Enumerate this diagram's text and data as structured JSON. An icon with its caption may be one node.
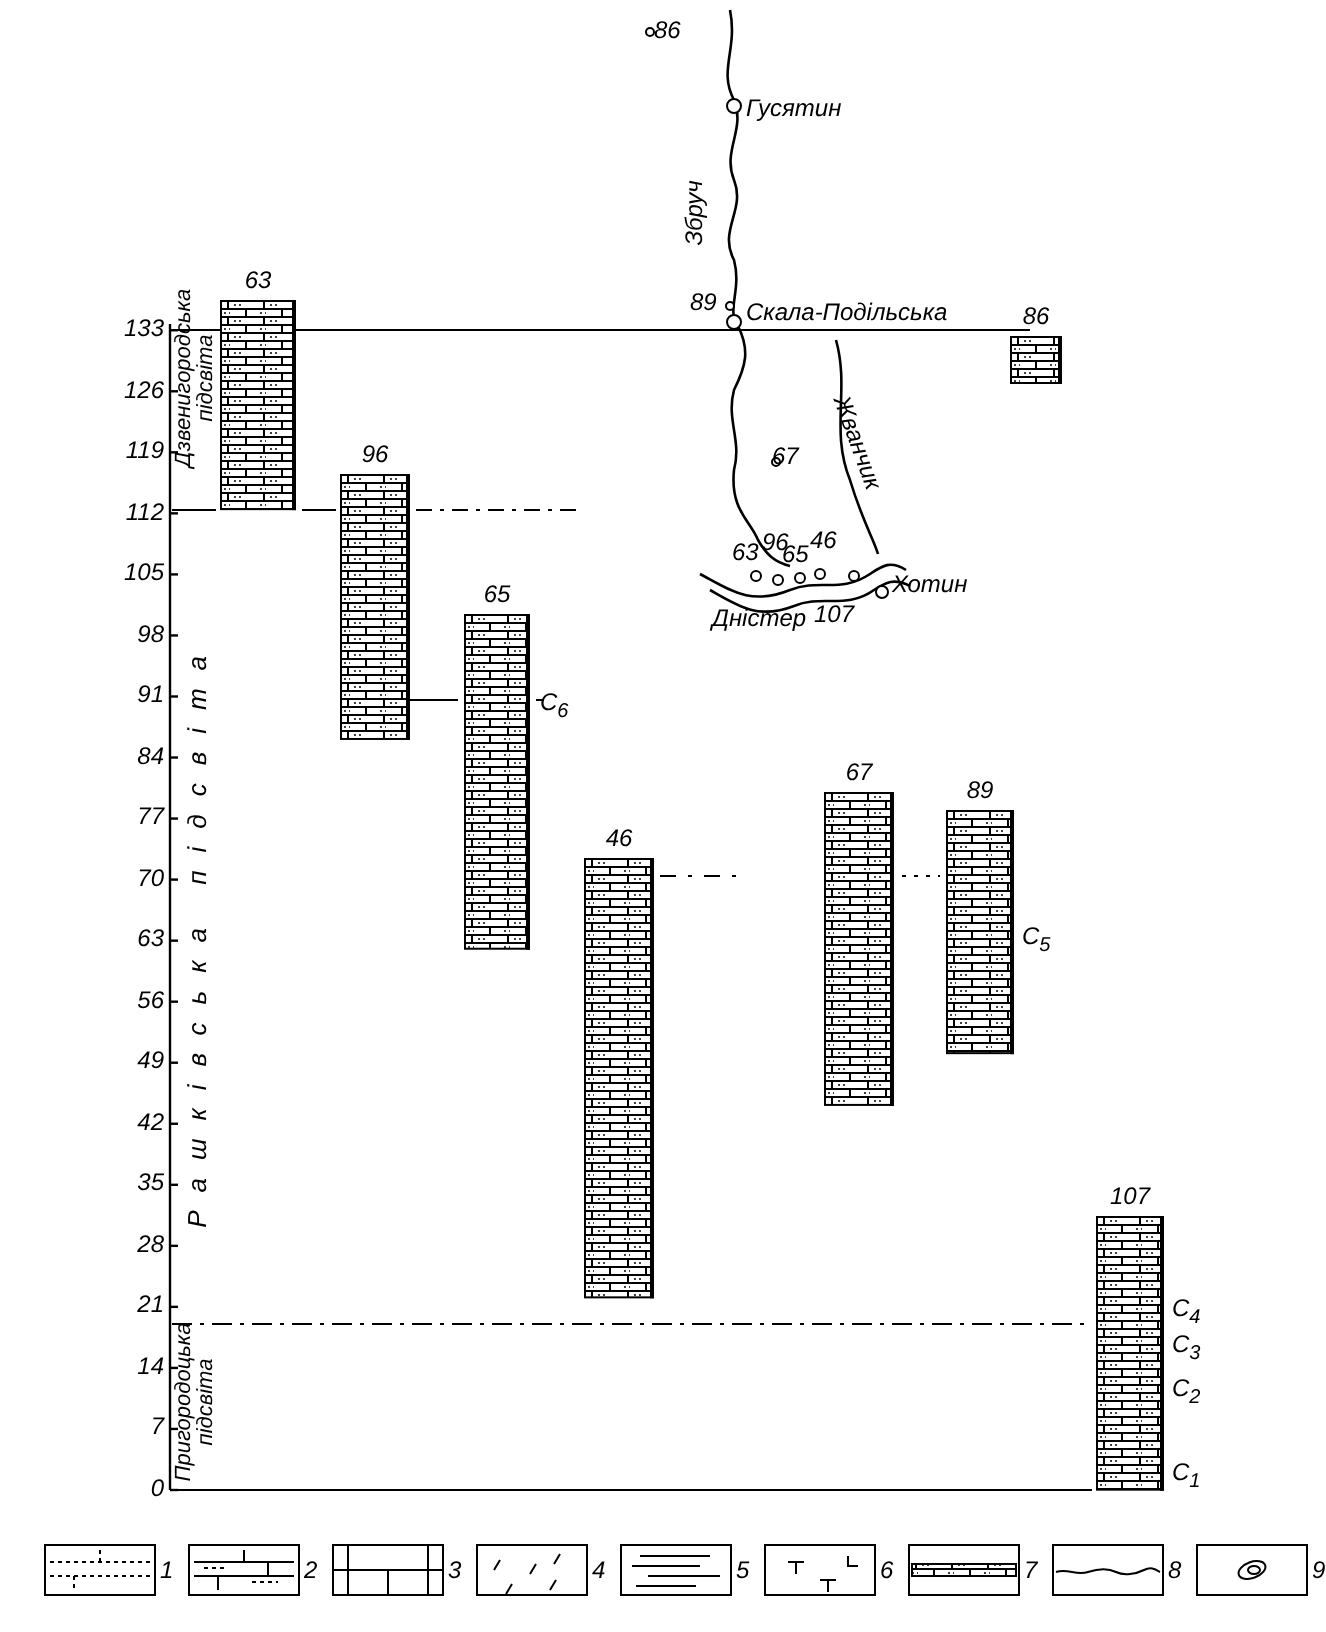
{
  "diagram": {
    "nodes": [
      {
        "text": [
          "63"
        ]
      },
      {
        "text": [
          "86"
        ]
      },
      {
        "text": [
          "96"
        ]
      },
      {
        "text": [
          "65"
        ],
        "beside": [
          "C$_{6}$"
        ]
      },
      {
        "text": [
          "46"
        ]
      },
      {
        "text": [
          "67"
        ]
      },
      {
        "text": [
          "89"
        ],
        "beside": [
          "C$_{5}$"
        ]
      },
      {
        "text": [
          "107"
        ],
        "beside": [
          "C$_{4}$",
          "C$_{3}$",
          "C$_{2}$",
          "C$_{1}$"
        ]
      }
    ],
    "labels": [
      "86",
      "Гусятин",
      "Збруч",
      "89",
      "Скала-Подільська",
      "67",
      "Жванчик",
      "63",
      "96",
      "65",
      "46",
      "Дністер",
      "107",
      "Хотин",
      "Дзвенигородська підсвіта",
      "Рашківська підсвіта",
      "Пригородоцька підсвіта",
      "133",
      "126",
      "119",
      "112",
      "105",
      "98",
      "91",
      "84",
      "77",
      "70",
      "63",
      "56",
      "49",
      "42",
      "35",
      "28",
      "21",
      "14",
      "7",
      "0"
    ],
    "legend": [
      {
        "text": "1"
      },
      {
        "text": "2"
      },
      {
        "text": "3"
      },
      {
        "text": "4"
      },
      {
        "text": "5"
      },
      {
        "text": "6"
      },
      {
        "text": "7"
      },
      {
        "text": "8"
      },
      {
        "text": "9"
      }
    ]
  }
}
